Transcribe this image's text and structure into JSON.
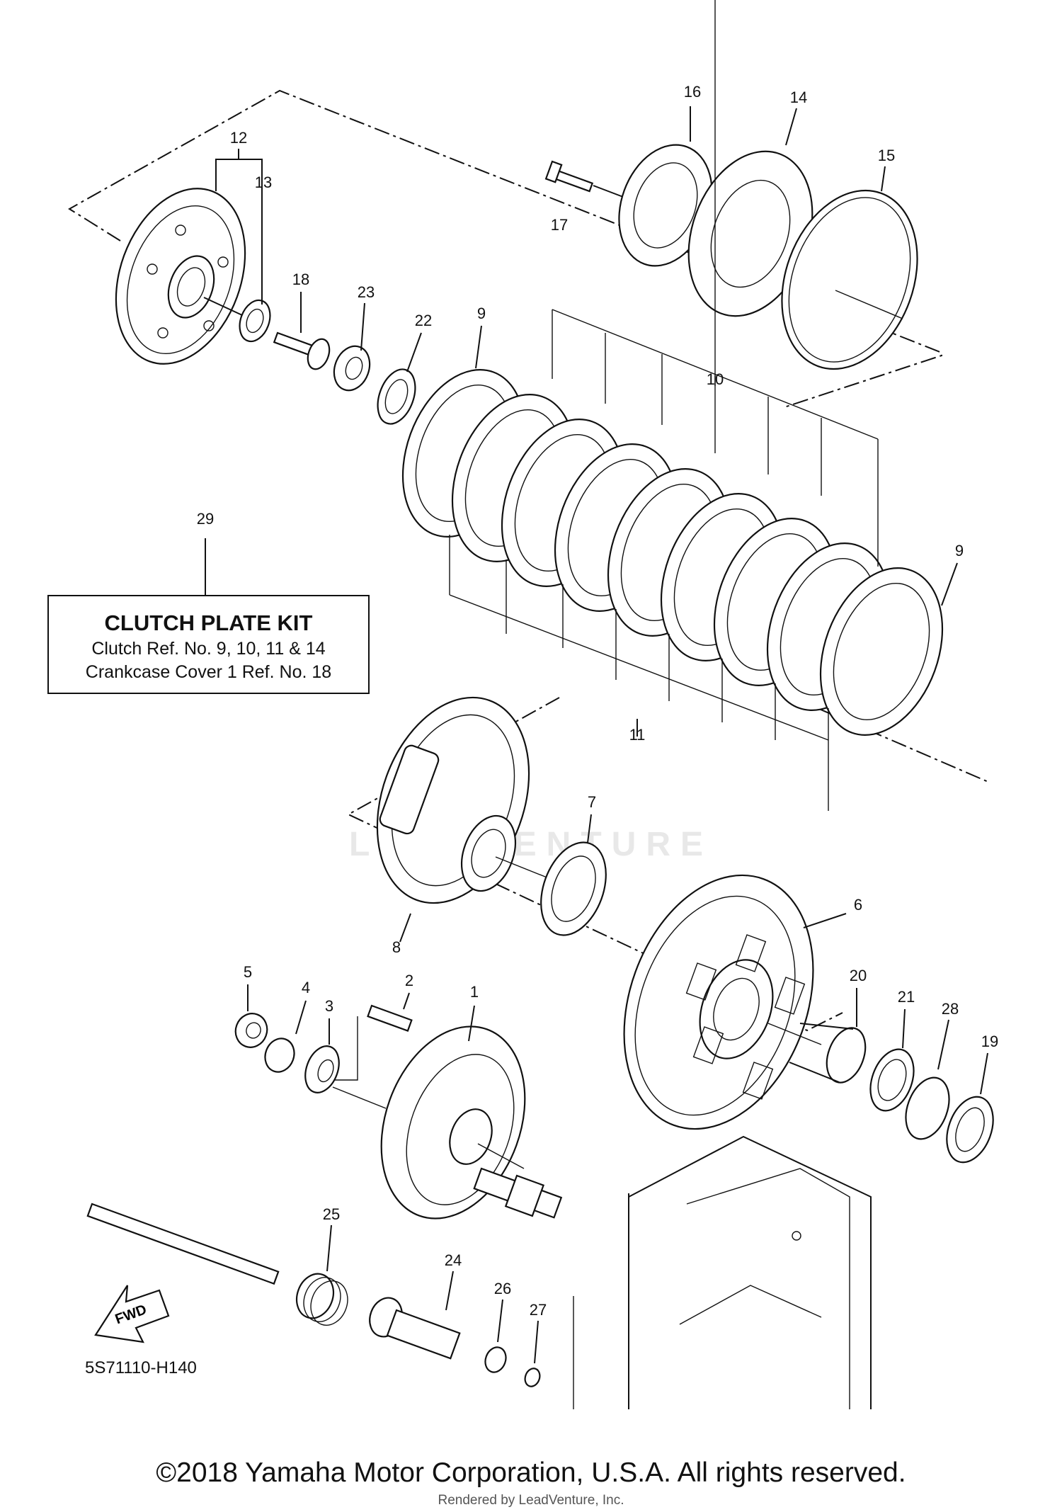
{
  "diagram_code": "5S71110-H140",
  "copyright": "©2018 Yamaha Motor Corporation, U.S.A. All rights reserved.",
  "rendered_by": "Rendered by LeadVenture, Inc.",
  "watermark": "LEADVENTURE",
  "fwd_label": "FWD",
  "kit": {
    "ref": "29",
    "title": "CLUTCH PLATE KIT",
    "line1": "Clutch Ref. No. 9, 10, 11 & 14",
    "line2": "Crankcase Cover 1 Ref. No. 18"
  },
  "callouts": {
    "c1": "1",
    "c2": "2",
    "c3": "3",
    "c4": "4",
    "c5": "5",
    "c6": "6",
    "c7": "7",
    "c8": "8",
    "c9a": "9",
    "c9b": "9",
    "c10": "10",
    "c11": "11",
    "c12": "12",
    "c13": "13",
    "c14": "14",
    "c15": "15",
    "c16": "16",
    "c17": "17",
    "c18": "18",
    "c19": "19",
    "c20": "20",
    "c21": "21",
    "c22": "22",
    "c23": "23",
    "c24": "24",
    "c25": "25",
    "c26": "26",
    "c27": "27",
    "c28": "28"
  }
}
